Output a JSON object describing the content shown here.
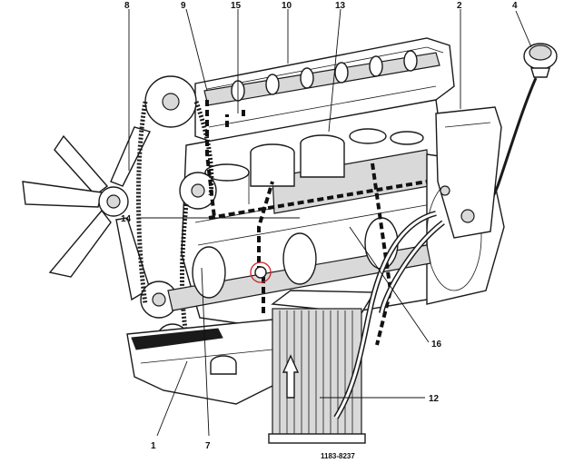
{
  "diagram": {
    "callouts": [
      {
        "id": "c8",
        "label": "8"
      },
      {
        "id": "c9",
        "label": "9"
      },
      {
        "id": "c15",
        "label": "15"
      },
      {
        "id": "c10",
        "label": "10"
      },
      {
        "id": "c13",
        "label": "13"
      },
      {
        "id": "c2",
        "label": "2"
      },
      {
        "id": "c4",
        "label": "4"
      },
      {
        "id": "c14",
        "label": "14"
      },
      {
        "id": "c16",
        "label": "16"
      },
      {
        "id": "c12",
        "label": "12"
      },
      {
        "id": "c1",
        "label": "1"
      },
      {
        "id": "c7",
        "label": "7"
      }
    ],
    "reference_code": "1183-8237",
    "colors": {
      "line": "#111111",
      "highlight": "#cc2222",
      "fill_gray": "#d9d9d9"
    }
  }
}
